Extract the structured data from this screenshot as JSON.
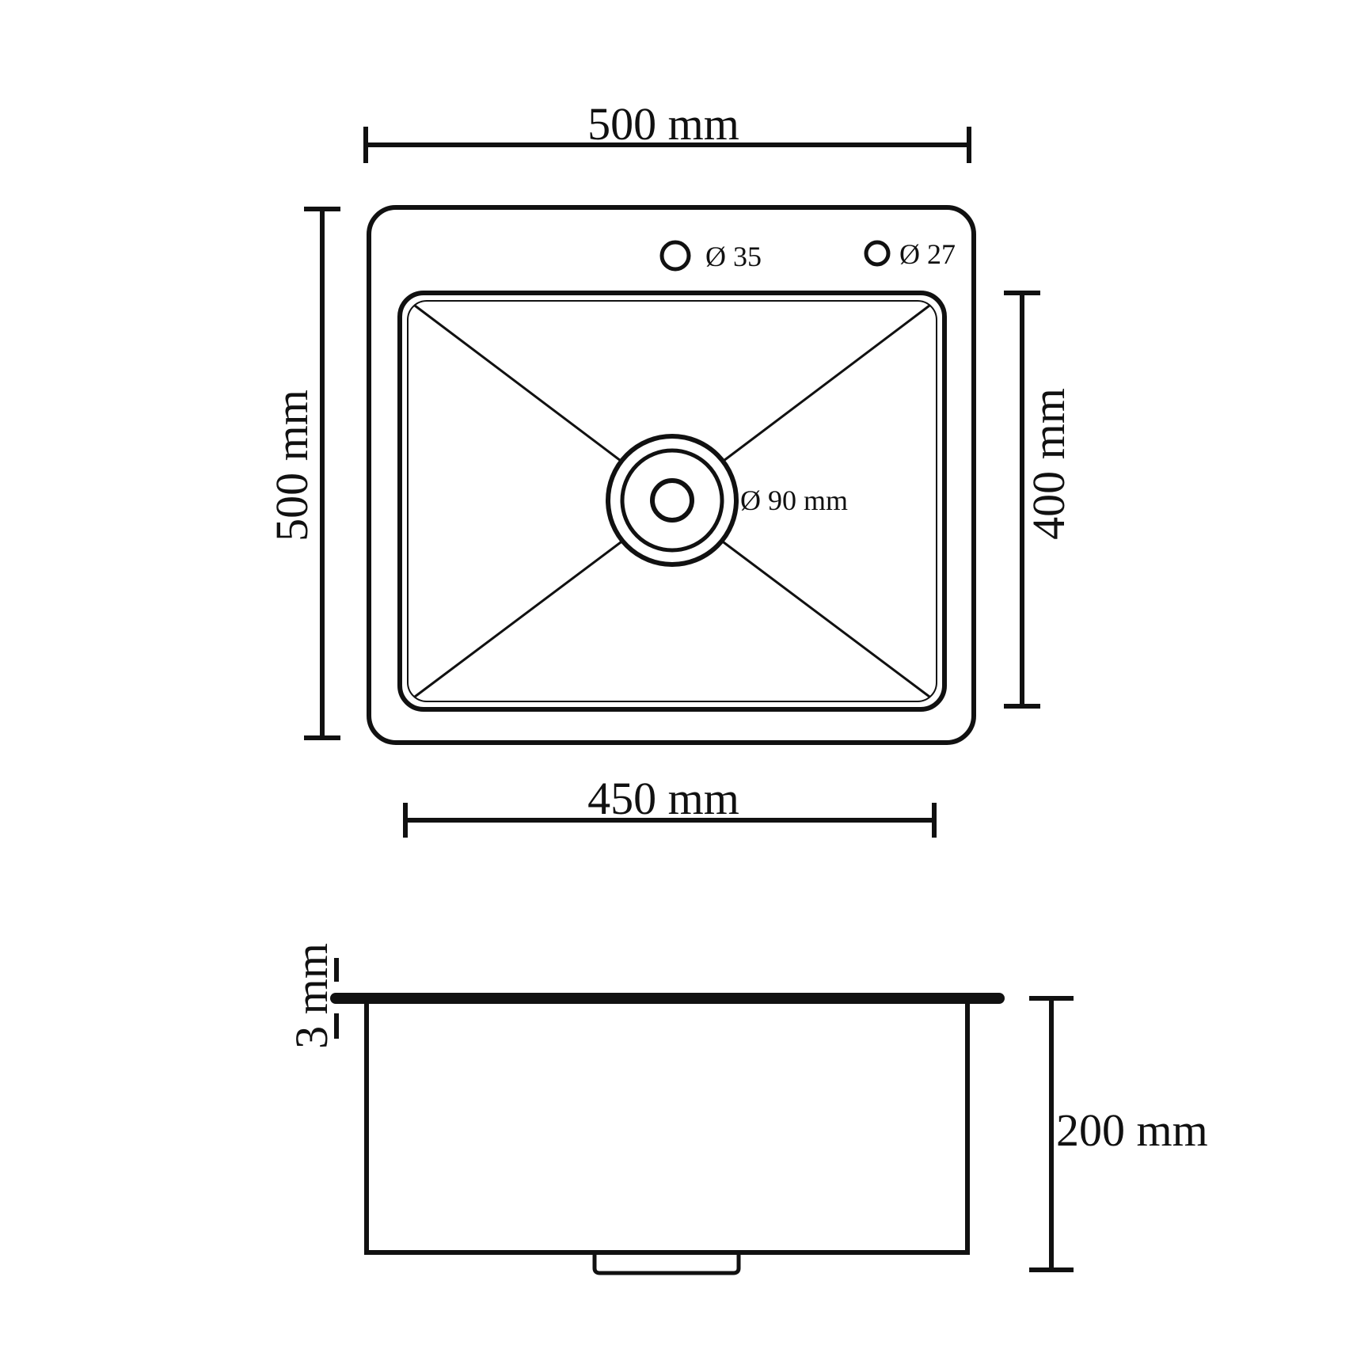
{
  "top_view": {
    "width_label": "500 mm",
    "depth_label": "500 mm",
    "bowl_length_label": "400 mm",
    "bowl_width_label": "450 mm",
    "hole_left_label": "Ø 35",
    "hole_right_label": "Ø 27",
    "drain_label": "Ø 90 mm"
  },
  "side_view": {
    "thickness_label": "3 mm",
    "height_label": "200 mm"
  },
  "colors": {
    "line": "#111111",
    "background": "#ffffff"
  }
}
